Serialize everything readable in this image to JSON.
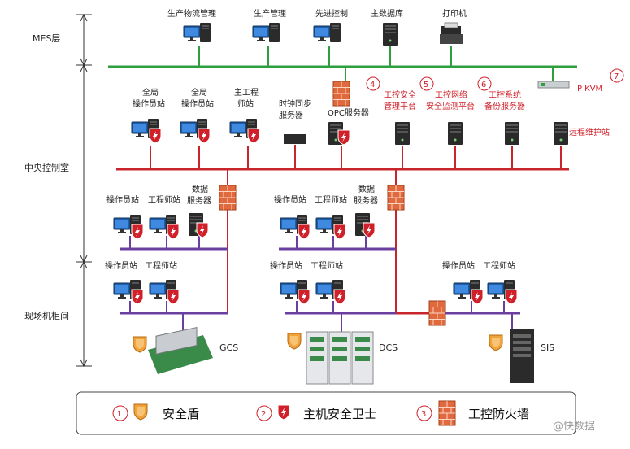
{
  "zones": [
    "MES层",
    "中央控制室",
    "现场机柜间"
  ],
  "mes_nodes": [
    "生产物流管理",
    "生产管理",
    "先进控制",
    "主数据库",
    "打印机"
  ],
  "control_nodes": [
    "全局",
    "操作员站",
    "全局",
    "操作员站",
    "主工程",
    "师站",
    "时钟同步",
    "服务器",
    "OPC服务器"
  ],
  "security_nodes": [
    {
      "num": "4",
      "line1": "工控安全",
      "line2": "管理平台"
    },
    {
      "num": "5",
      "line1": "工控网络",
      "line2": "安全监测平台"
    },
    {
      "num": "6",
      "line1": "工控系统",
      "line2": "备份服务器"
    },
    {
      "num": "7",
      "line1": "IP KVM",
      "line2": ""
    }
  ],
  "remote_station": "远程维护站",
  "upper_cabinet": {
    "left": [
      "操作员站",
      "工程师站",
      "数据",
      "服务器"
    ],
    "right": [
      "操作员站",
      "工程师站",
      "数据",
      "服务器"
    ]
  },
  "lower_cabinet": {
    "left": [
      "操作员站",
      "工程师站"
    ],
    "middle": [
      "操作员站",
      "工程师站"
    ],
    "right": [
      "操作员站",
      "工程师站"
    ]
  },
  "systems": [
    "GCS",
    "DCS",
    "SIS"
  ],
  "legend": [
    {
      "num": "1",
      "label": "安全盾"
    },
    {
      "num": "2",
      "label": "主机安全卫士"
    },
    {
      "num": "3",
      "label": "工控防火墙"
    }
  ],
  "watermark": "@快数据",
  "colors": {
    "mes_bus": "#2e9e3e",
    "control_bus": "#c8242b",
    "field_bus": "#6b3fa0",
    "accent_red": "#d0202a"
  }
}
